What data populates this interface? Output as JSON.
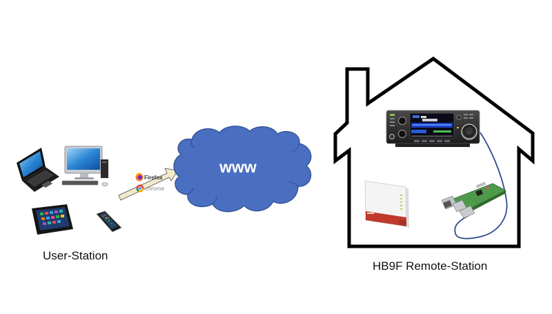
{
  "diagram": {
    "type": "network-topology",
    "nodes": {
      "user_station": {
        "label": "User-Station",
        "devices": [
          "laptop",
          "desktop-computer",
          "tablet",
          "smartphone"
        ]
      },
      "internet": {
        "label": "www",
        "shape": "cloud",
        "fill_color": "#4A6EC0",
        "stroke_color": "#2F4E8E",
        "text_color": "#FFFFFF"
      },
      "remote_station": {
        "label": "HB9F Remote-Station",
        "container": "house",
        "devices": [
          "transceiver-radio",
          "router",
          "raspberry-pi"
        ]
      }
    },
    "edges": [
      {
        "from": "user_station",
        "to": "internet",
        "style": "block-arrow",
        "fill_color": "#F3EACB",
        "annotations": [
          "Firefox",
          "chrome"
        ]
      },
      {
        "from": "raspberry-pi",
        "to": "transceiver-radio",
        "style": "cable",
        "color": "#2D4A8A"
      }
    ]
  },
  "browsers": {
    "firefox": "Firefox",
    "chrome": "chrome"
  },
  "colors": {
    "house_outline": "#000000",
    "router_accent": "#C0392B",
    "pi_board": "#4E9A4A",
    "cable": "#2D4A8A"
  }
}
